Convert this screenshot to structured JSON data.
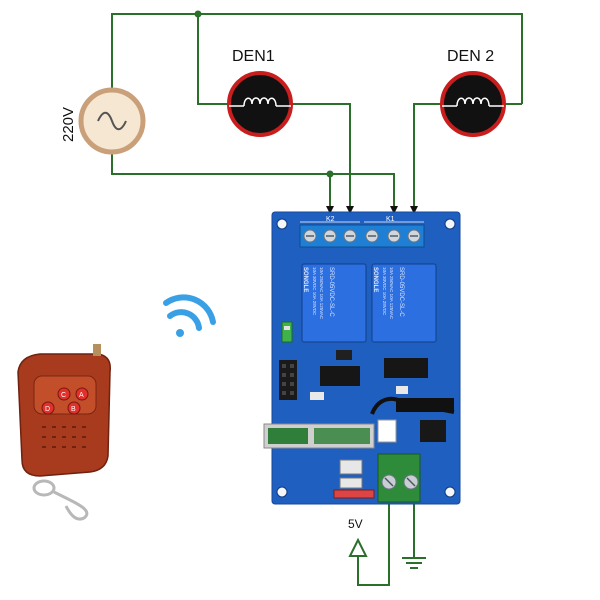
{
  "labels": {
    "source_voltage": "220V",
    "lamp1": "DEN1",
    "lamp2": "DEN 2",
    "supply": "5V",
    "relay_k1": "K1",
    "relay_k2": "K2"
  },
  "relay_markings": {
    "brand": "SONGLE",
    "line1": "10A 250VAC  10A 125VAC",
    "line2": "10A 30VDC  10A 28VDC",
    "model": "SRD-05VDC-SL-C"
  },
  "remote_buttons": [
    "A",
    "B",
    "C",
    "D"
  ],
  "colors": {
    "wire": "#2a6f2a",
    "pcb": "#1f5fc0",
    "lamp_ring": "#c81e1e",
    "lamp_fill": "#111111",
    "terminal_green": "#2e8b3a",
    "terminal_blue": "#1f7fd4",
    "wifi": "#3aa0e6",
    "remote_red": "#a83a1e",
    "source_fill": "#f6e7d2",
    "source_ring": "#c9a07a"
  },
  "icons": {
    "wifi": "wifi-icon",
    "ground": "ground-icon",
    "supply_arrow": "arrow-up-icon",
    "ac_source": "ac-source-icon",
    "lamp": "lamp-icon"
  }
}
